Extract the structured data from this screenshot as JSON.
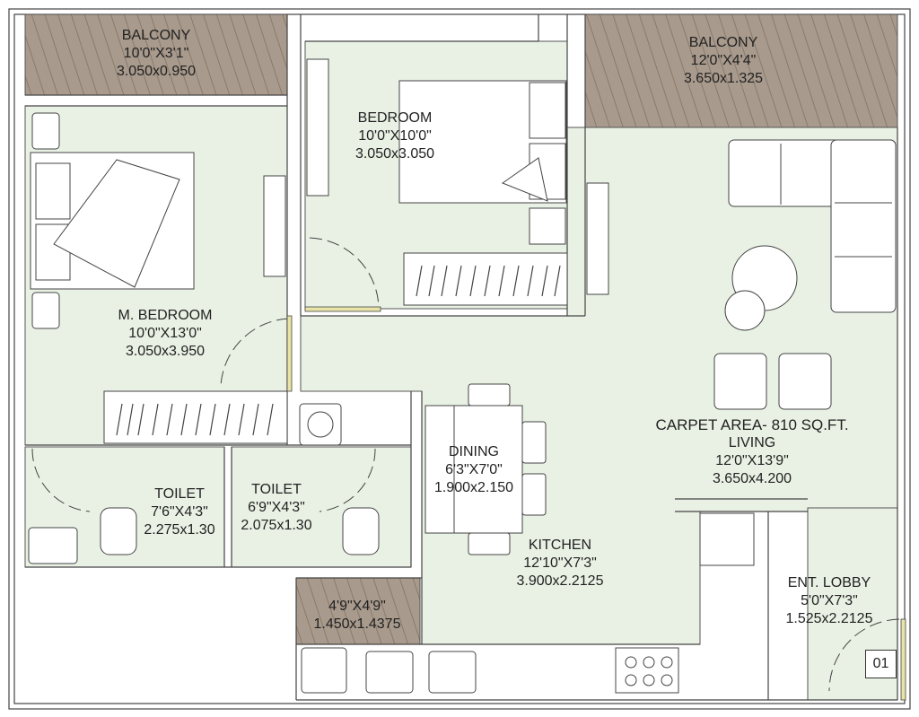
{
  "rooms": {
    "balcony_left": {
      "name": "BALCONY",
      "dim_ft": "10'0\"X3'1\"",
      "dim_m": "3.050x0.950"
    },
    "balcony_right": {
      "name": "BALCONY",
      "dim_ft": "12'0\"X4'4\"",
      "dim_m": "3.650x1.325"
    },
    "bedroom": {
      "name": "BEDROOM",
      "dim_ft": "10'0\"X10'0\"",
      "dim_m": "3.050x3.050"
    },
    "master_bedroom": {
      "name": "M. BEDROOM",
      "dim_ft": "10'0\"X13'0\"",
      "dim_m": "3.050x3.950"
    },
    "living": {
      "carpet_area": "CARPET AREA- 810 SQ.FT.",
      "name": "LIVING",
      "dim_ft": "12'0\"X13'9\"",
      "dim_m": "3.650x4.200"
    },
    "dining": {
      "name": "DINING",
      "dim_ft": "6'3\"X7'0\"",
      "dim_m": "1.900x2.150"
    },
    "kitchen": {
      "name": "KITCHEN",
      "dim_ft": "12'10\"X7'3\"",
      "dim_m": "3.900x2.2125"
    },
    "toilet_left": {
      "name": "TOILET",
      "dim_ft": "7'6\"X4'3\"",
      "dim_m": "2.275x1.30"
    },
    "toilet_right": {
      "name": "TOILET",
      "dim_ft": "6'9\"X4'3\"",
      "dim_m": "2.075x1.30"
    },
    "utility": {
      "dim_ft": "4'9\"X4'9\"",
      "dim_m": "1.450x1.4375"
    },
    "entrance_lobby": {
      "name": "ENT. LOBBY",
      "dim_ft": "5'0\"X7'3\"",
      "dim_m": "1.525x2.2125"
    }
  },
  "unit_number": "01",
  "colors": {
    "floor": "#e9f1e4",
    "deck": "#a89a8c",
    "deck_lines": "#8a7a6c",
    "wall": "#ffffff",
    "line": "#444444",
    "door_frame": "#e8e4a8"
  }
}
